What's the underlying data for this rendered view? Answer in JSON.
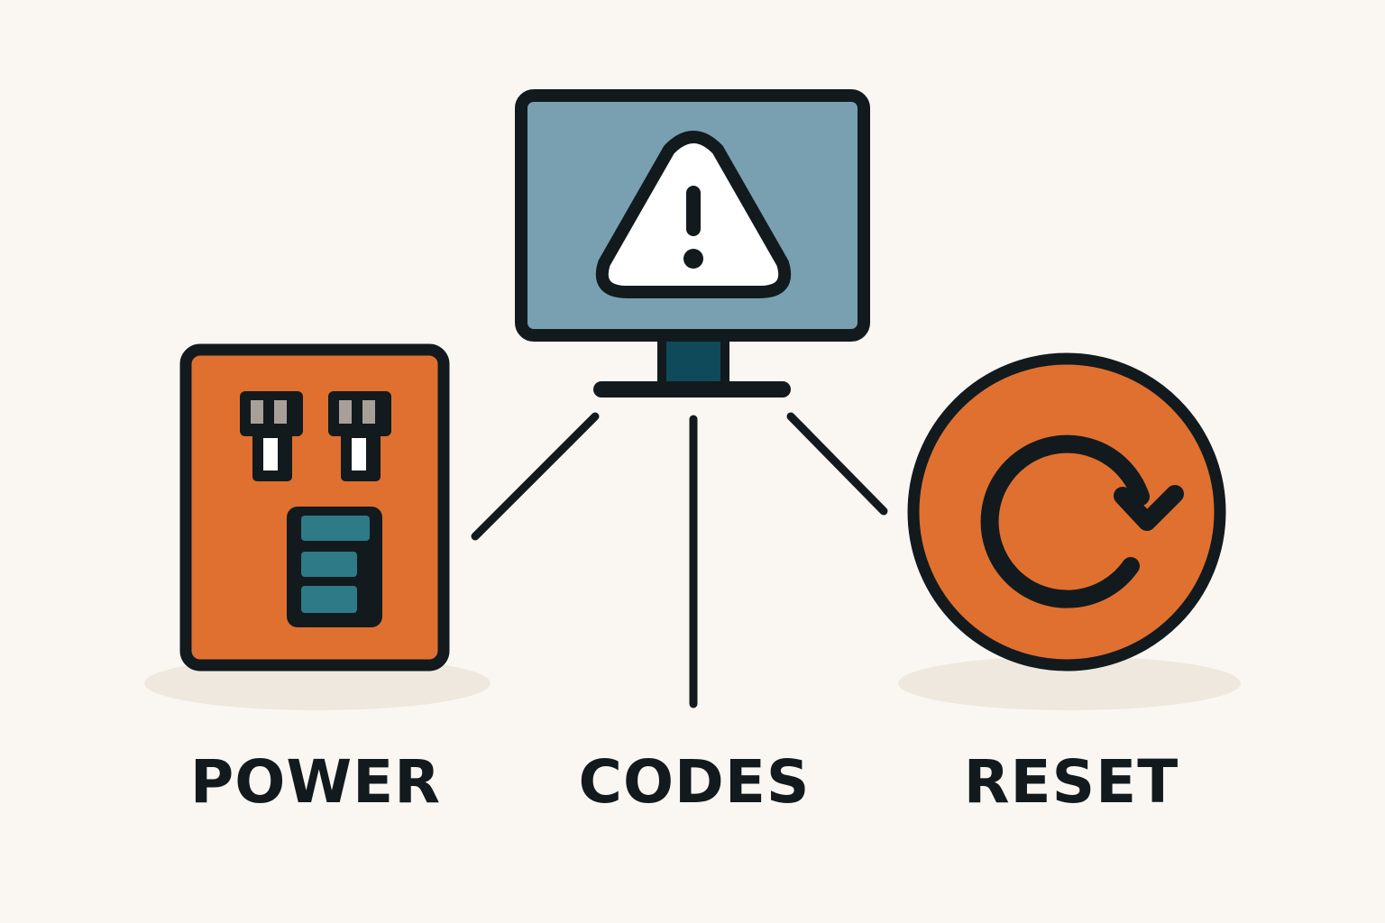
{
  "labels": {
    "power": "POWER",
    "codes": "CODES",
    "reset": "RESET"
  },
  "icons": {
    "left": "power-outlet-icon",
    "center": "monitor-warning-icon",
    "right": "reset-arrow-icon"
  },
  "colors": {
    "background": "#faf7f2",
    "outline": "#121a1e",
    "orange": "#e07030",
    "screen_blue": "#78a0b0",
    "teal": "#2e7a86",
    "dark_teal": "#0e4a5a",
    "shadow": "#efe8df",
    "socket_slot": "#a8a098"
  }
}
